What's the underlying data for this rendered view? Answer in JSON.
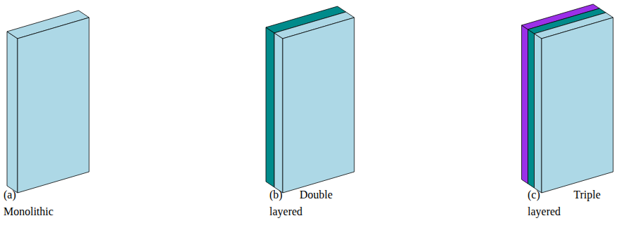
{
  "diagram": {
    "labels": [
      "(a) Monolithic",
      "(b) Double layered",
      "(c) Triple layered"
    ]
  }
}
